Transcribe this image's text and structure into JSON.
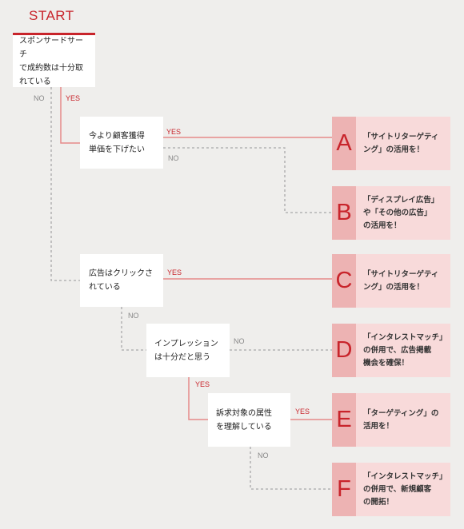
{
  "start": "START",
  "questions": [
    {
      "lines": [
        "スポンサードサーチ",
        "で成約数は十分取",
        "れている"
      ]
    },
    {
      "lines": [
        "今より顧客獲得",
        "単価を下げたい"
      ]
    },
    {
      "lines": [
        "広告はクリックさ",
        "れている"
      ]
    },
    {
      "lines": [
        "インプレッション",
        "は十分だと思う"
      ]
    },
    {
      "lines": [
        "訴求対象の属性",
        "を理解している"
      ]
    }
  ],
  "labels": {
    "yes": "YES",
    "no": "NO"
  },
  "results": [
    {
      "letter": "A",
      "lines": [
        "「サイトリターゲティ",
        "ング」の活用を！"
      ]
    },
    {
      "letter": "B",
      "lines": [
        "「ディスプレイ広告」",
        "や「その他の広告」",
        "の活用を！"
      ]
    },
    {
      "letter": "C",
      "lines": [
        "「サイトリターゲティ",
        "ング」の活用を！"
      ]
    },
    {
      "letter": "D",
      "lines": [
        "「インタレストマッチ」",
        "の併用で、広告掲載",
        "機会を確保！"
      ]
    },
    {
      "letter": "E",
      "lines": [
        "「ターゲティング」の",
        "活用を！"
      ]
    },
    {
      "letter": "F",
      "lines": [
        "「インタレストマッチ」",
        "の併用で、新規顧客",
        "の開拓！"
      ]
    }
  ],
  "colors": {
    "accent": "#c8242b",
    "yes_line": "#e68a8a",
    "no_line": "#a8a8a8",
    "letter_bg": "#edb3b3",
    "result_bg": "#f8dada"
  }
}
